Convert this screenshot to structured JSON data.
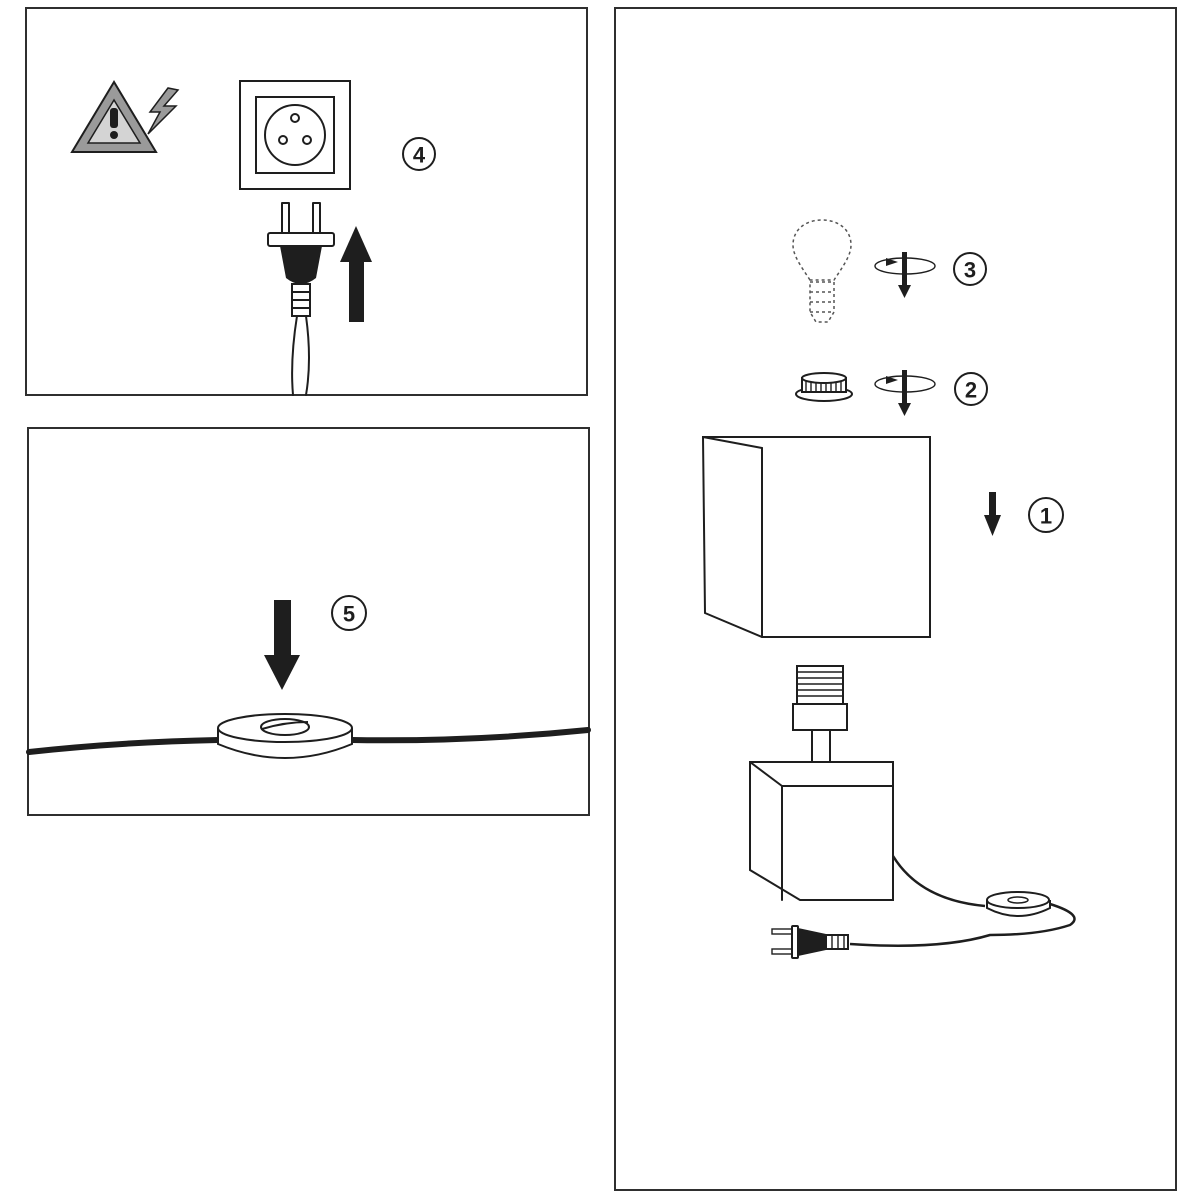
{
  "steps": {
    "step1": "1",
    "step2": "2",
    "step3": "3",
    "step4": "4",
    "step5": "5"
  },
  "icons": {
    "warning": "electric-hazard-warning-icon",
    "socket": "wall-socket-icon",
    "plug": "power-plug-icon",
    "bulb": "light-bulb-icon",
    "ring": "shade-ring-icon",
    "rotate": "rotate-screw-icon",
    "switch": "foot-switch-icon",
    "base": "lamp-base-icon",
    "shade": "square-shade-icon"
  },
  "colors": {
    "ink": "#1e1e1e",
    "warning_fill": "#9a9a9a",
    "frame": "#2f2f2f"
  }
}
